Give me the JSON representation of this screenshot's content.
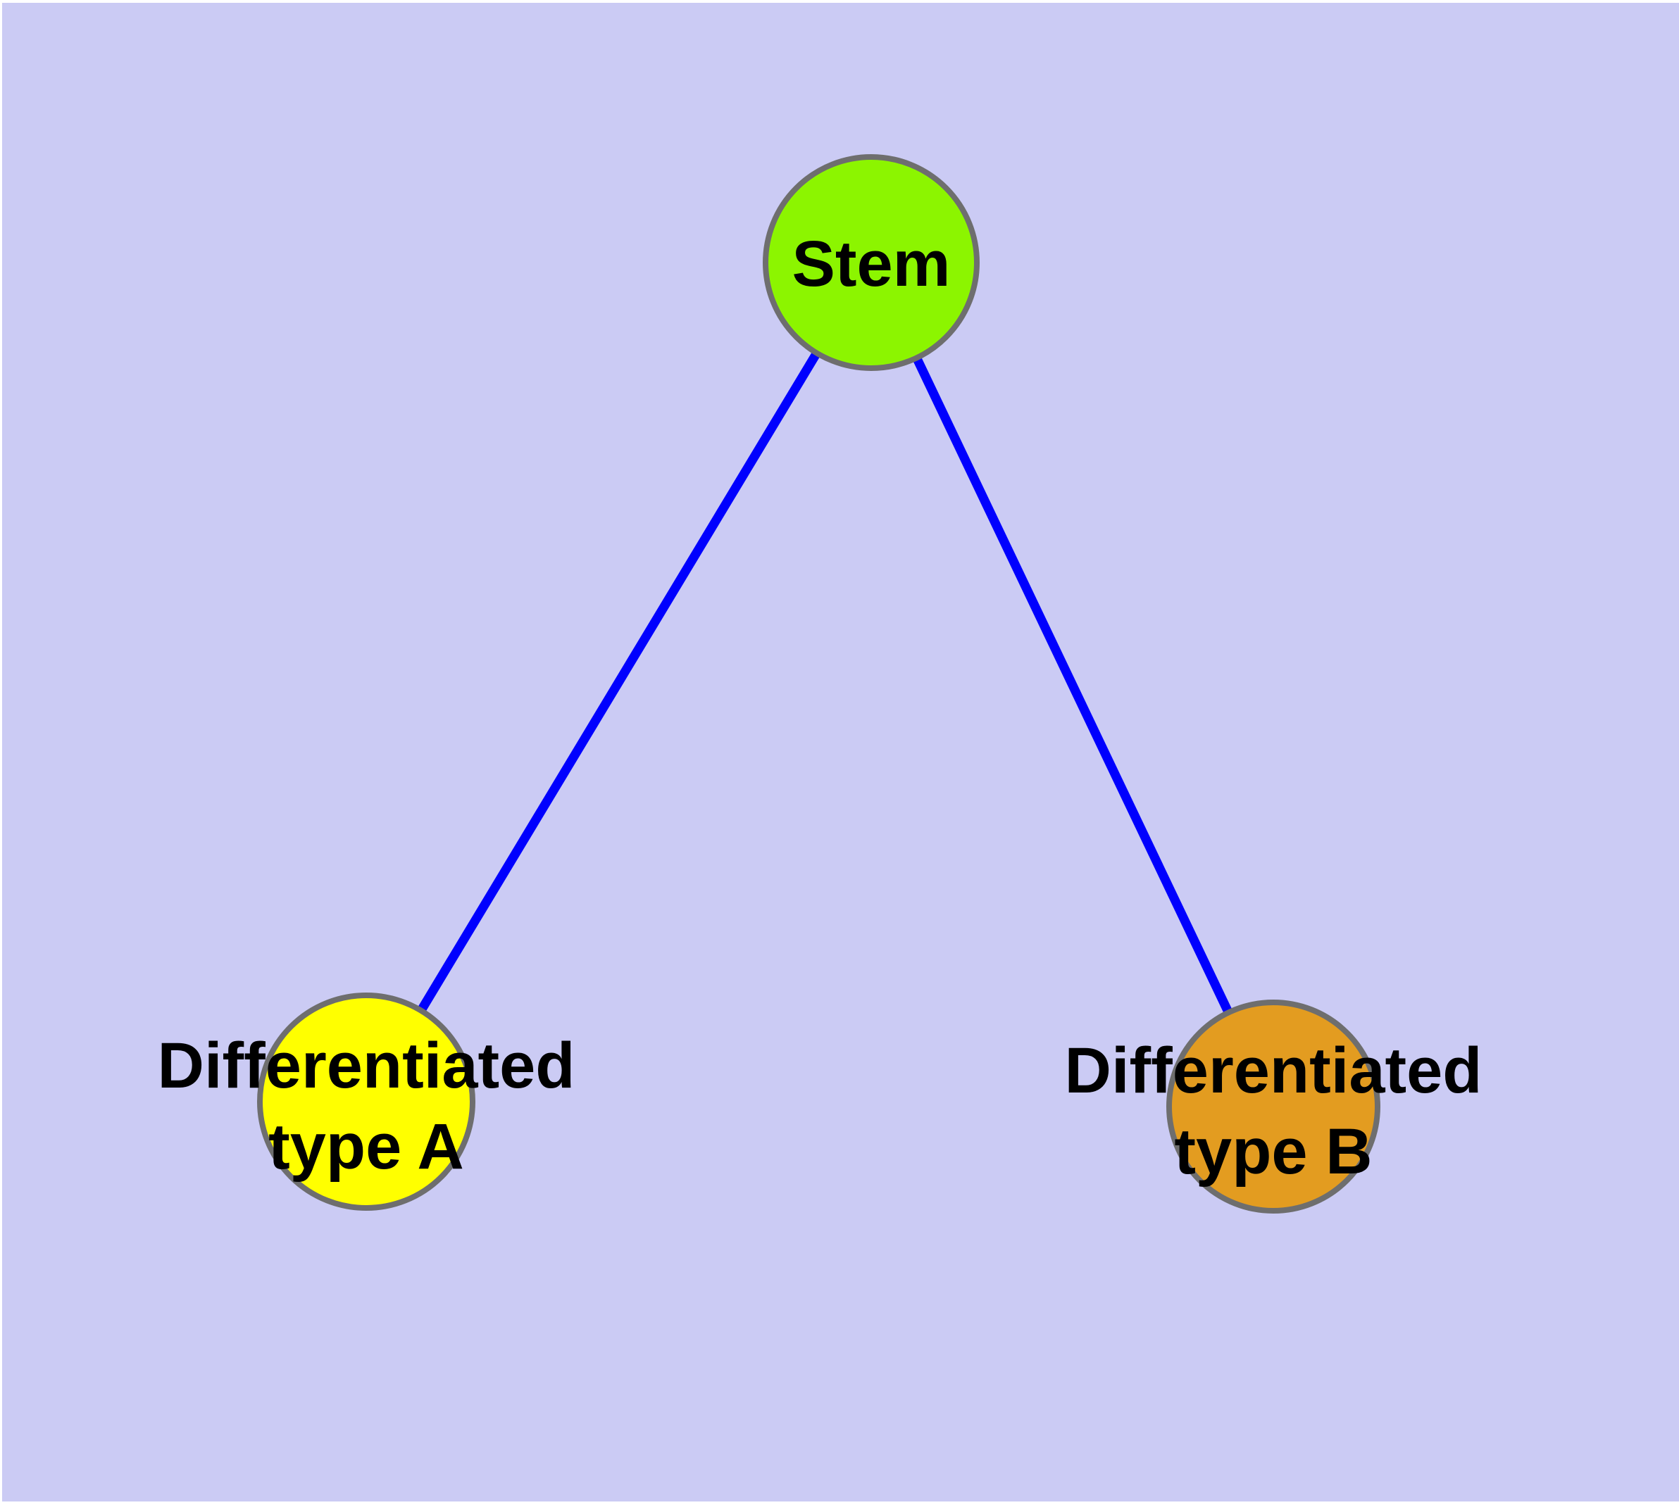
{
  "diagram": {
    "background_color": "#cbcbf4",
    "text_color": "#000000",
    "edge_color": "#0000fe",
    "node_border_color": "#6e6e6e",
    "nodes": [
      {
        "id": "stem",
        "label": "Stem",
        "label_lines": [
          "Stem"
        ],
        "fill_color": "#8cf500"
      },
      {
        "id": "differentiated-type-a",
        "label": "Differentiated type A",
        "label_lines": [
          "Differentiated",
          "type A"
        ],
        "fill_color": "#ffff00"
      },
      {
        "id": "differentiated-type-b",
        "label": "Differentiated type B",
        "label_lines": [
          "Differentiated",
          "type B"
        ],
        "fill_color": "#e39c20"
      }
    ],
    "edges": [
      {
        "from": "Stem",
        "to": "Differentiated type A"
      },
      {
        "from": "Stem",
        "to": "Differentiated type B"
      }
    ]
  }
}
